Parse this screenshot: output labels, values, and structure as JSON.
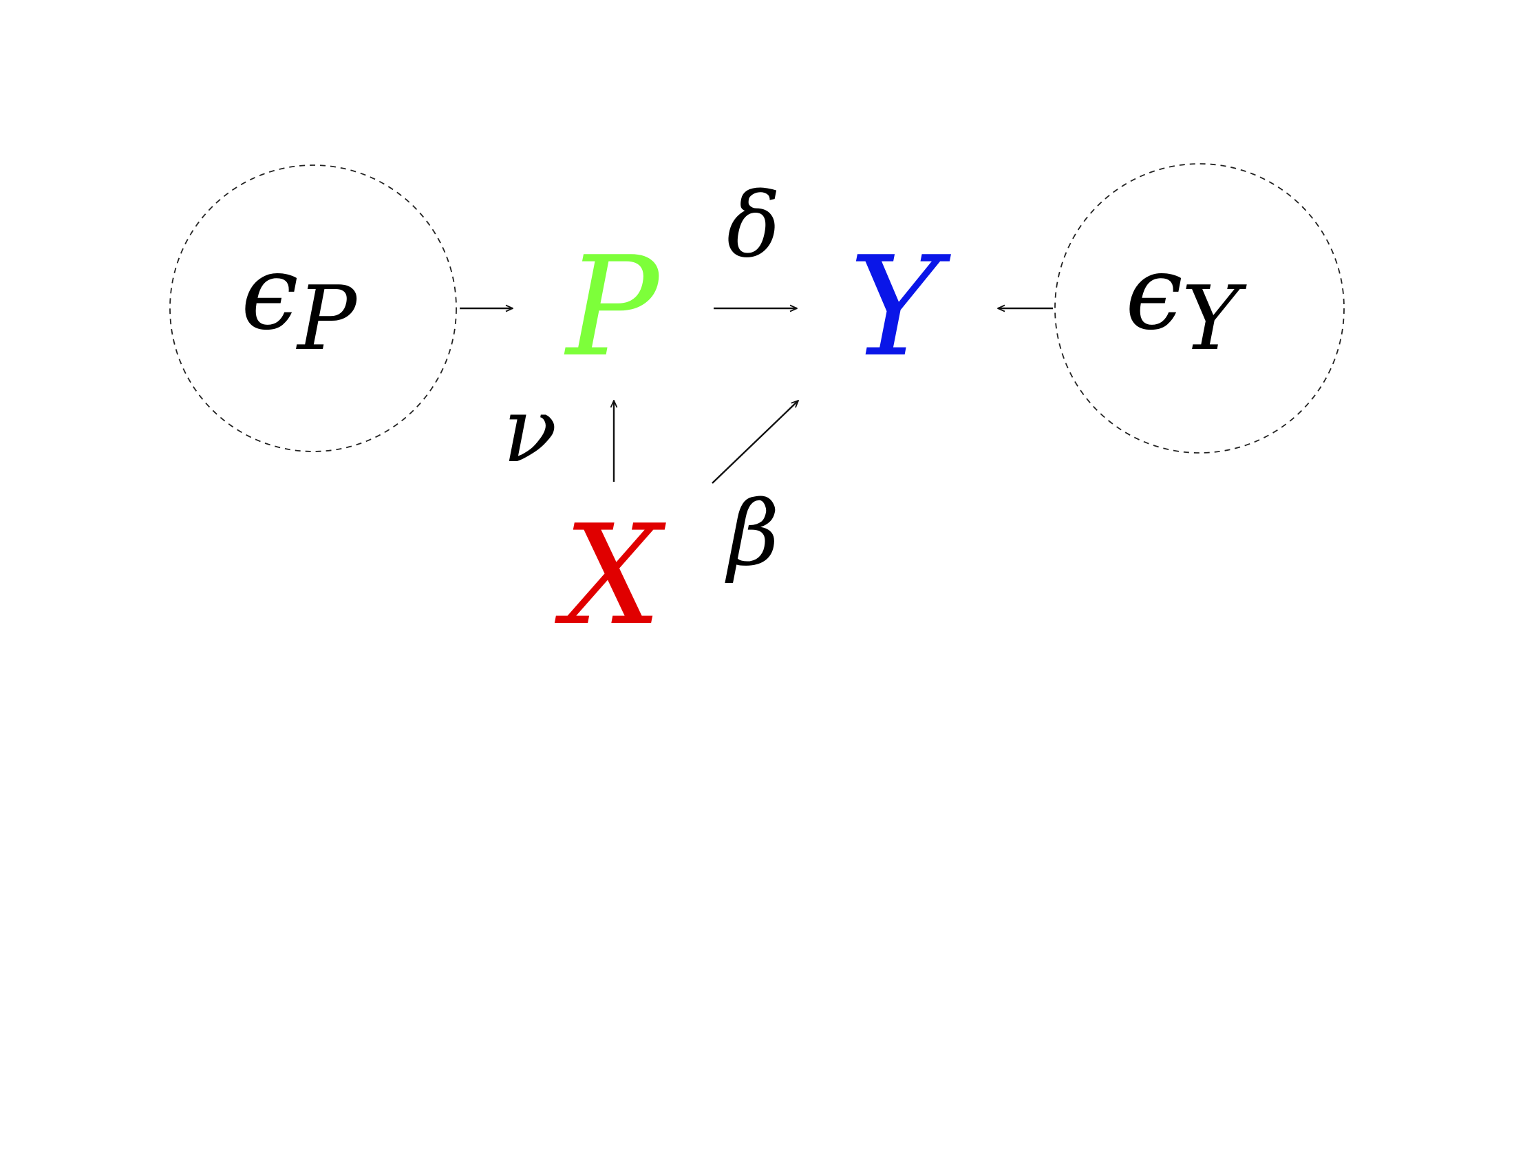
{
  "nodes": {
    "P": {
      "label": "P",
      "color": "#7dff3a"
    },
    "Y": {
      "label": "Y",
      "color": "#0a16e8"
    },
    "X": {
      "label": "X",
      "color": "#e00000"
    },
    "eps_P": {
      "symbol": "ϵ",
      "subscript": "P",
      "color": "#000000"
    },
    "eps_Y": {
      "symbol": "ϵ",
      "subscript": "Y",
      "color": "#000000"
    }
  },
  "edge_labels": {
    "delta": "δ",
    "nu": "ν",
    "beta": "β"
  },
  "edges": [
    {
      "from": "eps_P",
      "to": "P"
    },
    {
      "from": "P",
      "to": "Y",
      "label": "δ"
    },
    {
      "from": "eps_Y",
      "to": "Y"
    },
    {
      "from": "X",
      "to": "P",
      "label": "ν"
    },
    {
      "from": "X",
      "to": "Y",
      "label": "β"
    }
  ]
}
